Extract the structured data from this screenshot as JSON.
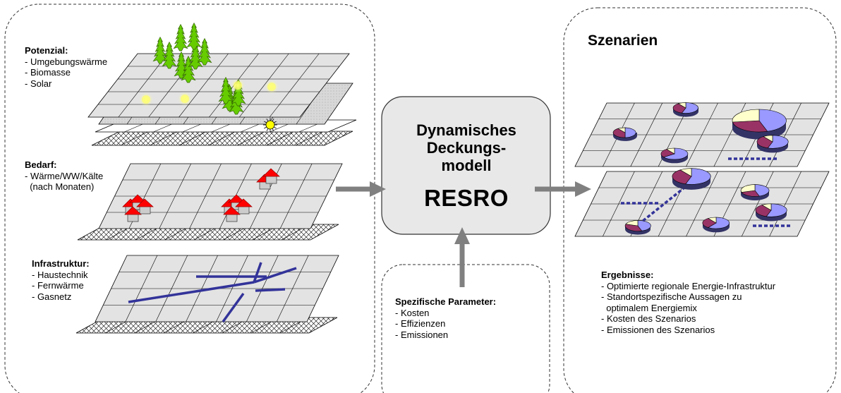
{
  "potenzial": {
    "title": "Potenzial:",
    "items": [
      "- Umgebungswärme",
      "- Biomasse",
      "- Solar"
    ]
  },
  "bedarf": {
    "title": "Bedarf:",
    "items": [
      "- Wärme/WW/Kälte",
      "  (nach Monaten)"
    ]
  },
  "infrastruktur": {
    "title": "Infrastruktur:",
    "items": [
      "- Haustechnik",
      "- Fernwärme",
      "- Gasnetz"
    ]
  },
  "model": {
    "title_lines": [
      "Dynamisches",
      "Deckungs-",
      "modell"
    ],
    "name": "RESRO"
  },
  "parameter": {
    "title": "Spezifische Parameter:",
    "items": [
      "- Kosten",
      "- Effizienzen",
      "- Emissionen"
    ]
  },
  "szenarien": {
    "title": "Szenarien"
  },
  "ergebnisse": {
    "title": "Ergebnisse:",
    "items": [
      "- Optimierte regionale Energie-Infrastruktur",
      "- Standortspezifische Aussagen zu",
      "  optimalem Energiemix",
      "- Kosten des Szenarios",
      "- Emissionen des Szenarios"
    ]
  },
  "colors": {
    "grid_fill": "#e3e3e3",
    "grid_line": "#000000",
    "box_fill": "#e8e8e8",
    "arrow": "#808080",
    "network": "#33339a",
    "house_roof": "#ff0000",
    "tree": "#66cc00",
    "sun": "#ffff66",
    "pie_blue": "#9999ff",
    "pie_maroon": "#993366",
    "pie_cream": "#ffffcc"
  }
}
